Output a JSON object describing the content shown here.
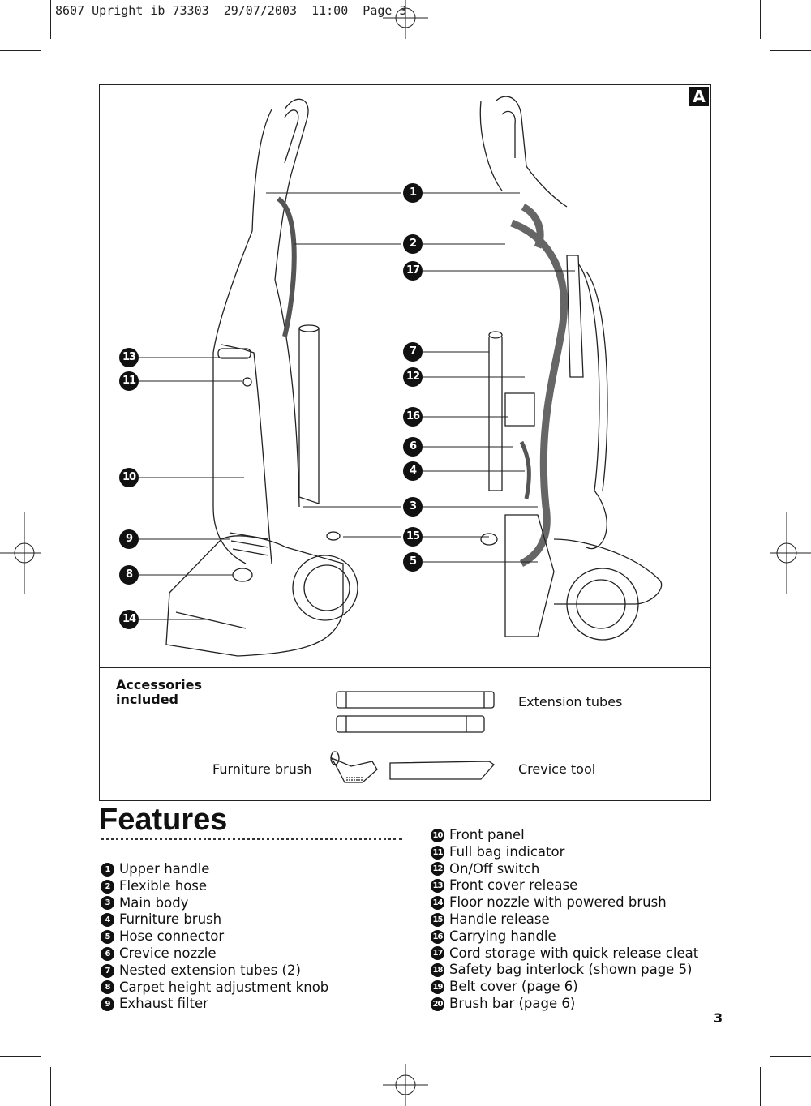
{
  "header": {
    "print_info": "8607 Upright ib 73303  29/07/2003  11:00  Page 3"
  },
  "figure": {
    "letter": "A",
    "callouts": [
      "1",
      "2",
      "17",
      "7",
      "12",
      "16",
      "6",
      "4",
      "3",
      "15",
      "5",
      "13",
      "11",
      "10",
      "9",
      "8",
      "14"
    ],
    "accessories": {
      "title_line1": "Accessories",
      "title_line2": "included",
      "extension_tubes": "Extension tubes",
      "furniture_brush": "Furniture brush",
      "crevice_tool": "Crevice tool"
    }
  },
  "features": {
    "title": "Features",
    "left": [
      {
        "n": "1",
        "label": "Upper handle"
      },
      {
        "n": "2",
        "label": "Flexible hose"
      },
      {
        "n": "3",
        "label": "Main body"
      },
      {
        "n": "4",
        "label": "Furniture brush"
      },
      {
        "n": "5",
        "label": "Hose connector"
      },
      {
        "n": "6",
        "label": "Crevice nozzle"
      },
      {
        "n": "7",
        "label": "Nested extension tubes (2)"
      },
      {
        "n": "8",
        "label": "Carpet height adjustment knob"
      },
      {
        "n": "9",
        "label": "Exhaust filter"
      }
    ],
    "right": [
      {
        "n": "10",
        "label": "Front panel"
      },
      {
        "n": "11",
        "label": "Full bag indicator"
      },
      {
        "n": "12",
        "label": "On/Off switch"
      },
      {
        "n": "13",
        "label": "Front cover release"
      },
      {
        "n": "14",
        "label": "Floor nozzle with powered brush"
      },
      {
        "n": "15",
        "label": "Handle release"
      },
      {
        "n": "16",
        "label": "Carrying handle"
      },
      {
        "n": "17",
        "label": "Cord storage with quick release cleat"
      },
      {
        "n": "18",
        "label": "Safety bag interlock (shown page 5)"
      },
      {
        "n": "19",
        "label": "Belt cover (page 6)"
      },
      {
        "n": "20",
        "label": "Brush bar (page 6)"
      }
    ]
  },
  "page_number": "3"
}
